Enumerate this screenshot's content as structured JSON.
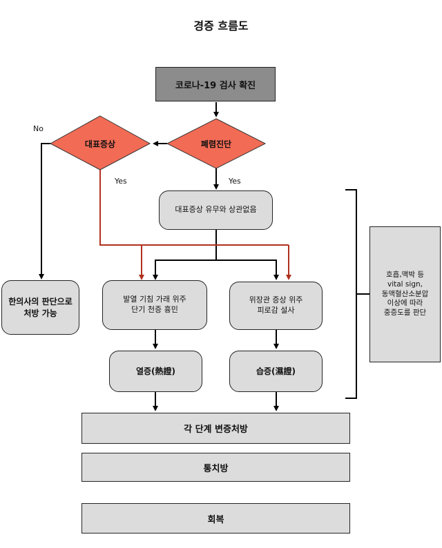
{
  "title": "경증 흐름도",
  "nodes": {
    "start": "코로나-19 검사 확진",
    "pneumonia_dx": "폐렴진단",
    "representative_symptoms": "대표증상",
    "no_relation": "대표증상 유무와 상관없음",
    "oriental_doctor": "한의사의 판단으로\n처방 가능",
    "fever_group": "발열 기침 가래 위주\n단기 천증 흉민",
    "gi_group": "위장관 증상 위주\n피로감 설사",
    "heat_pattern": "열증(熱證)",
    "damp_pattern": "습증(濕證)",
    "stage_prescription": "각 단계 변증처방",
    "common_prescription": "통치방",
    "recovery": "회복",
    "vital_note": "호흡,맥박 등\nvital sign,\n동맥혈산소분압\n이상에 따라\n중증도를 판단"
  },
  "edge_labels": {
    "no": "No",
    "yes_left": "Yes",
    "yes_right": "Yes"
  },
  "colors": {
    "diamond_fill": "#f26b55",
    "dark_box": "#8c8c8c",
    "light_box": "#dcdcdc",
    "red_line": "#b0301e"
  }
}
